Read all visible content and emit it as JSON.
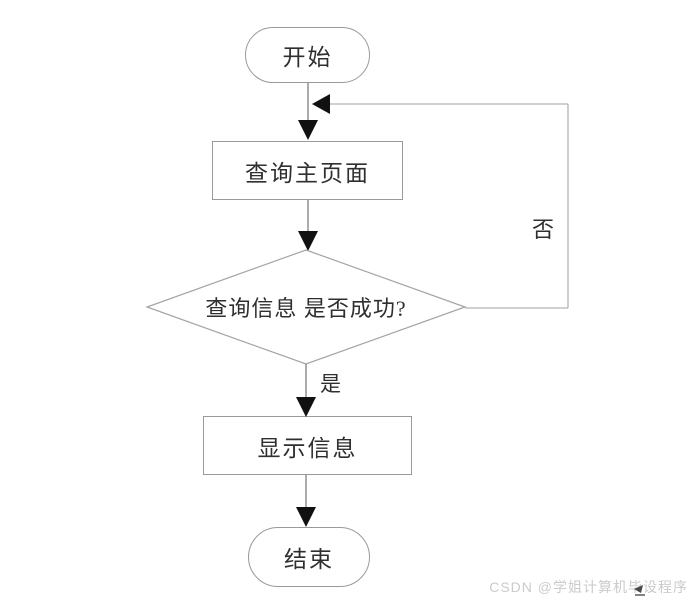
{
  "flowchart": {
    "nodes": {
      "start": {
        "label": "开始",
        "type": "terminator"
      },
      "queryMainPage": {
        "label": "查询主页面",
        "type": "process"
      },
      "decision": {
        "label": "查询信息 是否成功?",
        "type": "decision"
      },
      "showInfo": {
        "label": "显示信息",
        "type": "process"
      },
      "end": {
        "label": "结束",
        "type": "terminator"
      }
    },
    "edges": [
      {
        "from": "start",
        "to": "queryMainPage"
      },
      {
        "from": "queryMainPage",
        "to": "decision"
      },
      {
        "from": "decision",
        "to": "showInfo",
        "label": "是"
      },
      {
        "from": "decision",
        "to": "queryMainPage",
        "label": "否",
        "route": "right-loop"
      },
      {
        "from": "showInfo",
        "to": "end"
      }
    ],
    "edgeLabels": {
      "yes": "是",
      "no": "否"
    }
  },
  "watermark": {
    "text": "CSDN @学姐计算机毕设程序",
    "color": "#cbcbcb"
  },
  "colors": {
    "background": "#ffffff",
    "shape_border": "#9a9a9a",
    "connector_line": "#7f7f7f",
    "loop_line": "#b3b3b3",
    "arrowhead": "#111111",
    "text": "#2f2f2f"
  }
}
